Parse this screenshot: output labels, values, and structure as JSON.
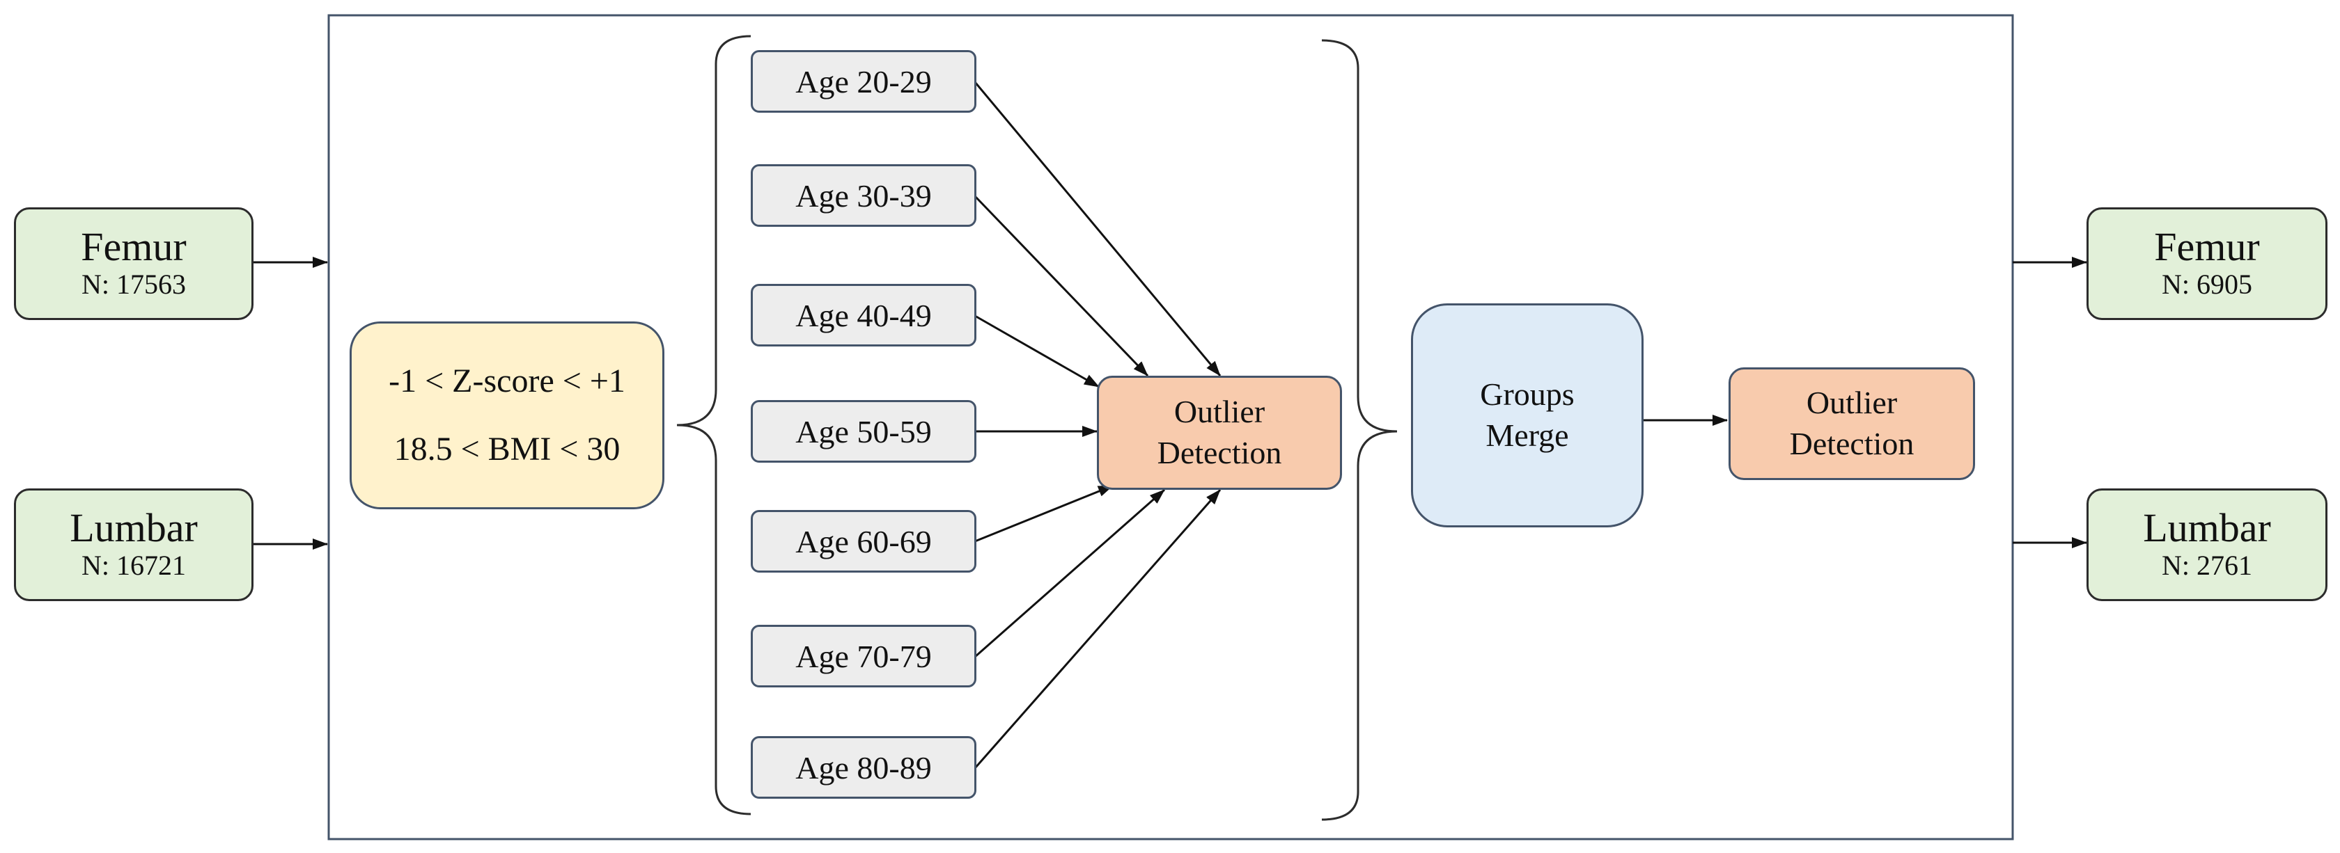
{
  "inputs": {
    "femur": {
      "name": "Femur",
      "count": "N: 17563"
    },
    "lumbar": {
      "name": "Lumbar",
      "count": "N: 16721"
    }
  },
  "filter": {
    "zscore": "-1 < Z-score < +1",
    "bmi": "18.5 < BMI < 30"
  },
  "age_groups": [
    "Age 20-29",
    "Age 30-39",
    "Age 40-49",
    "Age 50-59",
    "Age 60-69",
    "Age 70-79",
    "Age 80-89"
  ],
  "group_outlier": {
    "line1": "Outlier",
    "line2": "Detection"
  },
  "merge": {
    "line1": "Groups",
    "line2": "Merge"
  },
  "final_outlier": {
    "line1": "Outlier",
    "line2": "Detection"
  },
  "outputs": {
    "femur": {
      "name": "Femur",
      "count": "N: 6905"
    },
    "lumbar": {
      "name": "Lumbar",
      "count": "N: 2761"
    }
  },
  "colors": {
    "input_fill": "#e2f0d9",
    "filter_fill": "#fff2cc",
    "age_fill": "#ededed",
    "outlier_fill": "#f8cbad",
    "merge_fill": "#deebf7",
    "frame_stroke": "#44546a"
  }
}
